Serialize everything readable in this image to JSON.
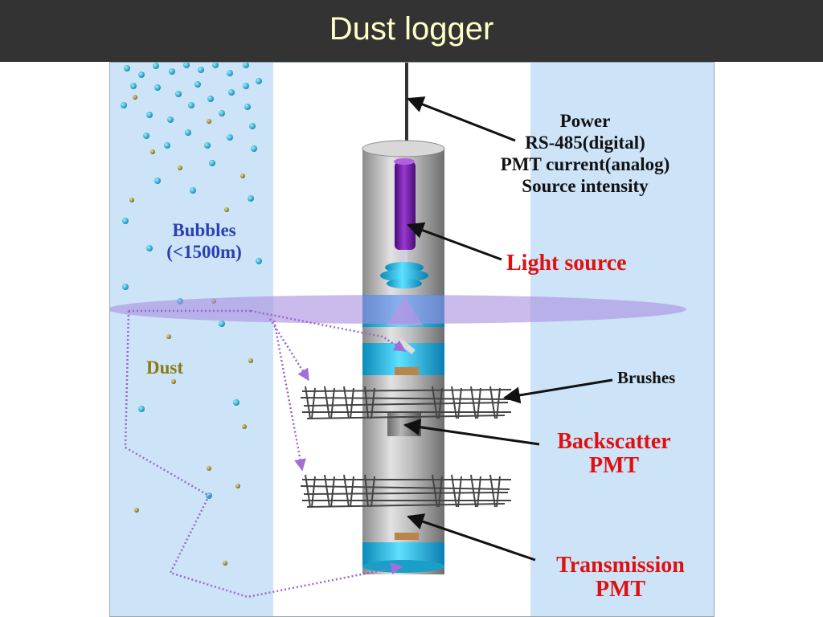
{
  "title": "Dust logger",
  "labels": {
    "power_lines": [
      "Power",
      "RS-485(digital)",
      "PMT current(analog)",
      "Source intensity"
    ],
    "light_source": "Light source",
    "brushes": "Brushes",
    "backscatter": [
      "Backscatter",
      "PMT"
    ],
    "transmission": [
      "Transmission",
      "PMT"
    ],
    "bubbles": [
      "Bubbles",
      "(<1500m)"
    ],
    "dust": "Dust"
  },
  "colors": {
    "title_bar": "#333333",
    "title_text": "#ffffc8",
    "ice_panel": "#cde4f8",
    "label_red": "#e01010",
    "label_blue": "#2b3fb0",
    "label_olive": "#8a7a12",
    "light_beam": "#a98ee0",
    "path_dots": "#9966cc",
    "bubble": "#1aa3c8",
    "dust_particle": "#b8a030",
    "source_tube": "#6a1a9a",
    "cyan_band": "#22c4e8"
  }
}
